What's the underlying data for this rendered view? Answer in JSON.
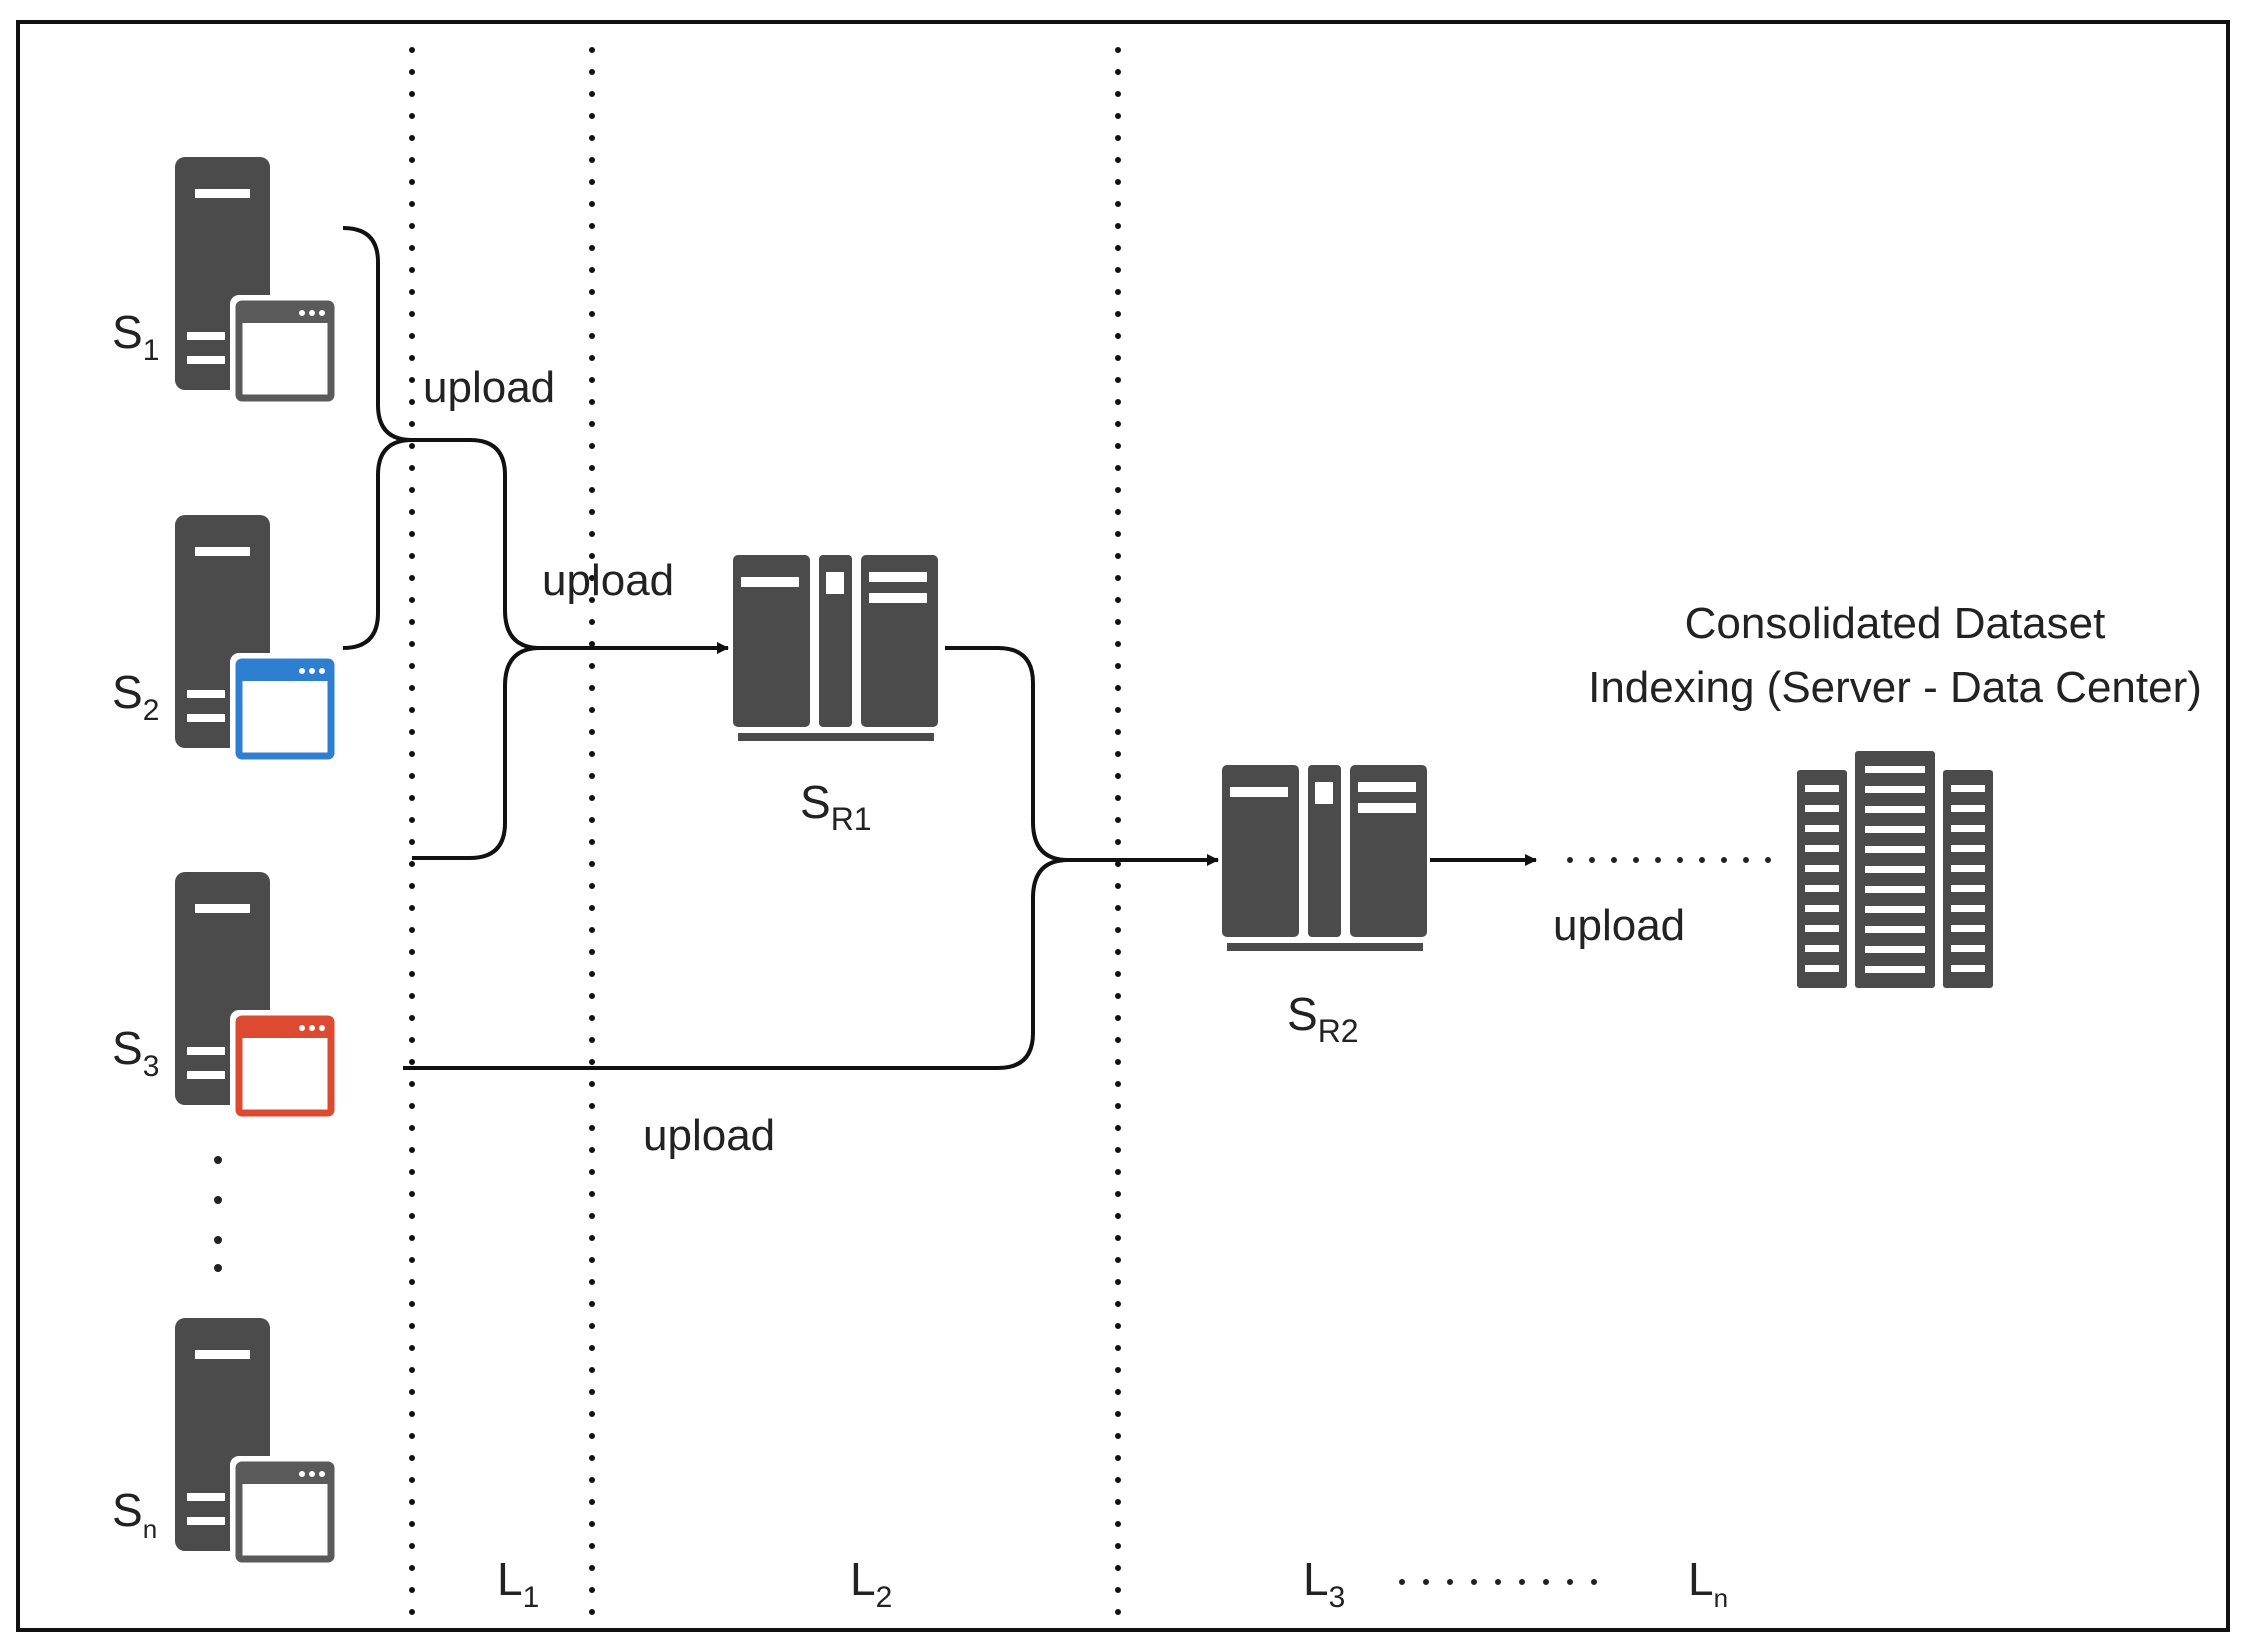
{
  "colors": {
    "server": "#4b4b4b",
    "line": "#111111",
    "window_default": "#5a5a5a",
    "window_blue": "#2f7fd0",
    "window_red": "#dc4a32"
  },
  "sources": [
    {
      "base": "S",
      "sub": "1",
      "window_color": "#5a5a5a"
    },
    {
      "base": "S",
      "sub": "2",
      "window_color": "#2f7fd0"
    },
    {
      "base": "S",
      "sub": "3",
      "window_color": "#dc4a32"
    },
    {
      "base": "S",
      "sub": "n",
      "window_color": "#5a5a5a"
    }
  ],
  "relays": [
    {
      "base": "S",
      "sub": "R1"
    },
    {
      "base": "S",
      "sub": "R2"
    }
  ],
  "layers": [
    {
      "base": "L",
      "sub": "1"
    },
    {
      "base": "L",
      "sub": "2"
    },
    {
      "base": "L",
      "sub": "3"
    },
    {
      "base": "L",
      "sub": "n"
    }
  ],
  "edge_labels": {
    "upload_1": "upload",
    "upload_2": "upload",
    "upload_3": "upload",
    "upload_4": "upload"
  },
  "datacenter": {
    "title_line1": "Consolidated Dataset",
    "title_line2": "Indexing (Server - Data Center)"
  },
  "icons": {
    "source": "server-with-window-icon",
    "relay": "rack-server-icon",
    "datacenter": "data-center-icon"
  }
}
